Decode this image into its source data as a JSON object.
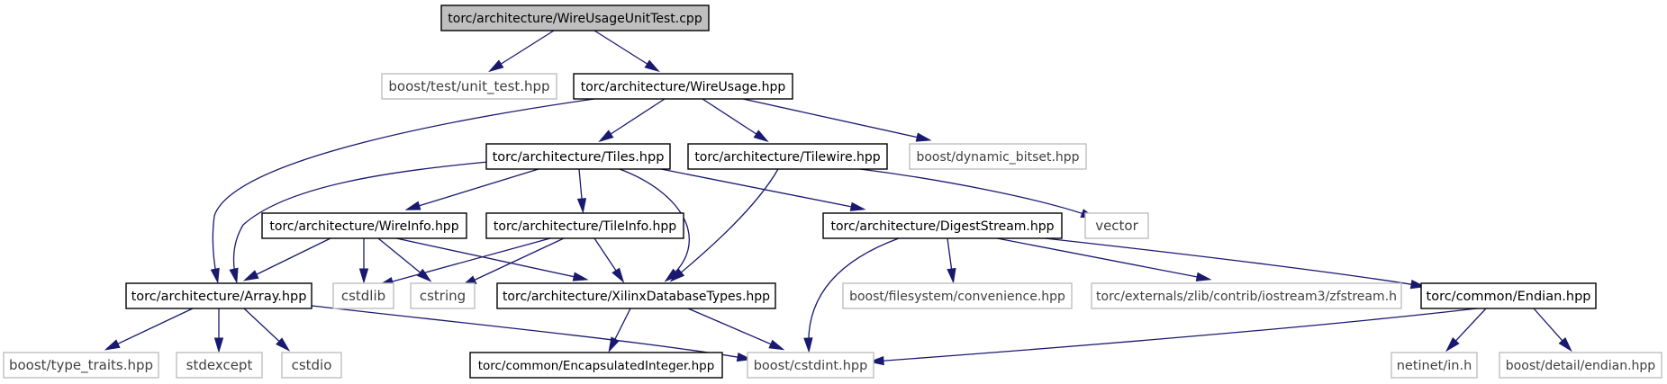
{
  "graph": {
    "colors": {
      "edge": "#191970",
      "main_fill": "#bfbfbf",
      "doc_border": "#000000",
      "ext_border": "#bfbfbf"
    },
    "nodes": [
      {
        "id": "n0",
        "label": "torc/architecture/WireUsageUnitTest.cpp",
        "kind": "main"
      },
      {
        "id": "n1",
        "label": "boost/test/unit_test.hpp",
        "kind": "ext"
      },
      {
        "id": "n2",
        "label": "torc/architecture/WireUsage.hpp",
        "kind": "doc"
      },
      {
        "id": "n3",
        "label": "torc/architecture/Tiles.hpp",
        "kind": "doc"
      },
      {
        "id": "n4",
        "label": "torc/architecture/Tilewire.hpp",
        "kind": "doc"
      },
      {
        "id": "n5",
        "label": "boost/dynamic_bitset.hpp",
        "kind": "ext"
      },
      {
        "id": "n6",
        "label": "torc/architecture/WireInfo.hpp",
        "kind": "doc"
      },
      {
        "id": "n7",
        "label": "torc/architecture/TileInfo.hpp",
        "kind": "doc"
      },
      {
        "id": "n8",
        "label": "torc/architecture/DigestStream.hpp",
        "kind": "doc"
      },
      {
        "id": "n9",
        "label": "vector",
        "kind": "ext"
      },
      {
        "id": "n10",
        "label": "torc/architecture/Array.hpp",
        "kind": "doc"
      },
      {
        "id": "n11",
        "label": "cstdlib",
        "kind": "ext"
      },
      {
        "id": "n12",
        "label": "cstring",
        "kind": "ext"
      },
      {
        "id": "n13",
        "label": "torc/architecture/XilinxDatabaseTypes.hpp",
        "kind": "doc"
      },
      {
        "id": "n14",
        "label": "boost/filesystem/convenience.hpp",
        "kind": "ext"
      },
      {
        "id": "n15",
        "label": "torc/externals/zlib/contrib/iostream3/zfstream.h",
        "kind": "ext"
      },
      {
        "id": "n16",
        "label": "torc/common/Endian.hpp",
        "kind": "doc"
      },
      {
        "id": "n17",
        "label": "boost/type_traits.hpp",
        "kind": "ext"
      },
      {
        "id": "n18",
        "label": "stdexcept",
        "kind": "ext"
      },
      {
        "id": "n19",
        "label": "cstdio",
        "kind": "ext"
      },
      {
        "id": "n20",
        "label": "torc/common/EncapsulatedInteger.hpp",
        "kind": "doc"
      },
      {
        "id": "n21",
        "label": "boost/cstdint.hpp",
        "kind": "ext"
      },
      {
        "id": "n22",
        "label": "netinet/in.h",
        "kind": "ext"
      },
      {
        "id": "n23",
        "label": "boost/detail/endian.hpp",
        "kind": "ext"
      }
    ],
    "edges": [
      [
        "n0",
        "n1"
      ],
      [
        "n0",
        "n2"
      ],
      [
        "n2",
        "n3"
      ],
      [
        "n2",
        "n4"
      ],
      [
        "n2",
        "n5"
      ],
      [
        "n2",
        "n10"
      ],
      [
        "n3",
        "n6"
      ],
      [
        "n3",
        "n7"
      ],
      [
        "n3",
        "n8"
      ],
      [
        "n3",
        "n10"
      ],
      [
        "n3",
        "n13"
      ],
      [
        "n4",
        "n9"
      ],
      [
        "n4",
        "n13"
      ],
      [
        "n6",
        "n10"
      ],
      [
        "n6",
        "n11"
      ],
      [
        "n6",
        "n12"
      ],
      [
        "n6",
        "n13"
      ],
      [
        "n7",
        "n11"
      ],
      [
        "n7",
        "n12"
      ],
      [
        "n7",
        "n13"
      ],
      [
        "n8",
        "n21"
      ],
      [
        "n8",
        "n14"
      ],
      [
        "n8",
        "n15"
      ],
      [
        "n8",
        "n16"
      ],
      [
        "n10",
        "n17"
      ],
      [
        "n10",
        "n18"
      ],
      [
        "n10",
        "n19"
      ],
      [
        "n10",
        "n21"
      ],
      [
        "n13",
        "n20"
      ],
      [
        "n13",
        "n21"
      ],
      [
        "n16",
        "n21"
      ],
      [
        "n16",
        "n22"
      ],
      [
        "n16",
        "n23"
      ]
    ]
  }
}
